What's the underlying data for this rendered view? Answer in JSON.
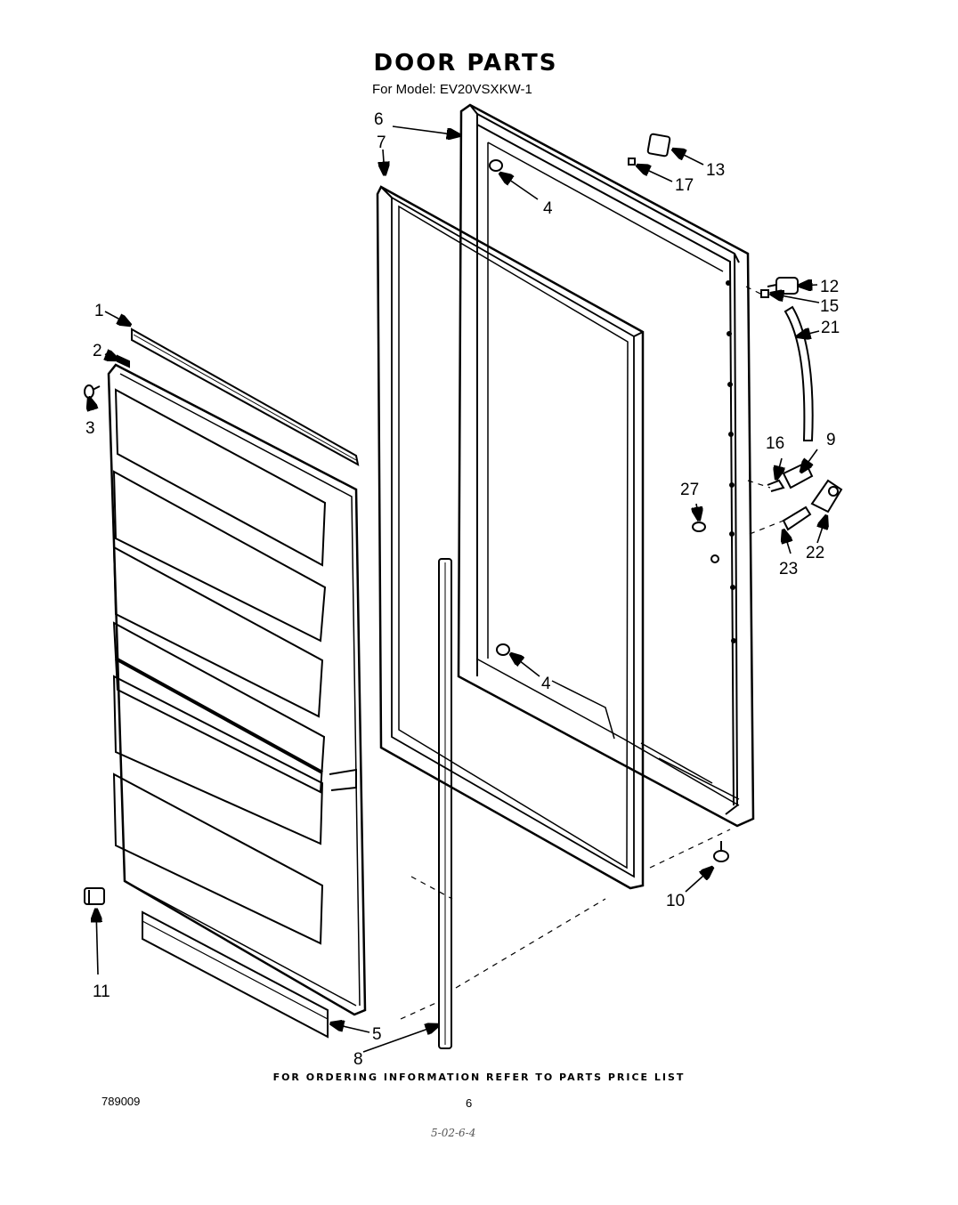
{
  "title": "DOOR PARTS",
  "subtitle": "For Model: EV20VSXKW-1",
  "footer": "FOR ORDERING INFORMATION REFER TO PARTS PRICE LIST",
  "doc_number": "789009",
  "page_number": "6",
  "handwritten_note": "5-02-6-4",
  "callouts": [
    "1",
    "2",
    "3",
    "4",
    "4",
    "5",
    "6",
    "7",
    "8",
    "9",
    "10",
    "11",
    "12",
    "13",
    "15",
    "16",
    "17",
    "21",
    "22",
    "23",
    "27"
  ]
}
